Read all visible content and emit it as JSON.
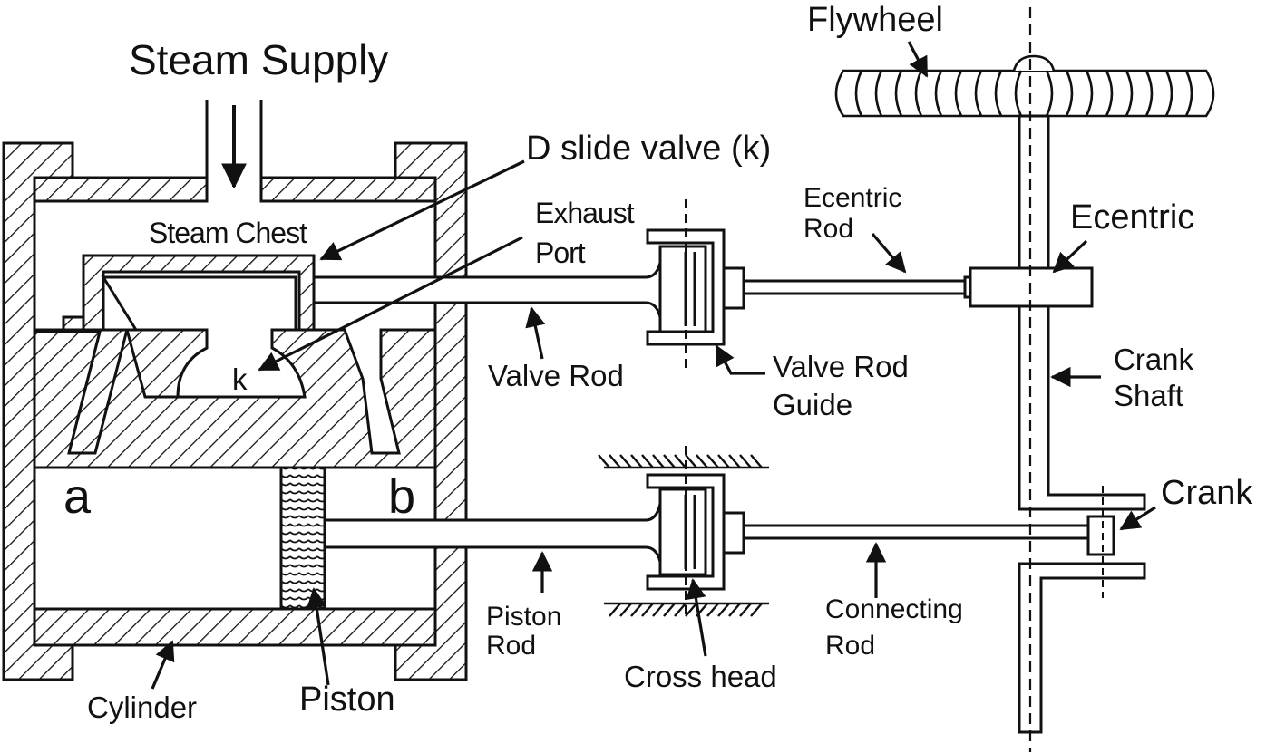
{
  "labels": {
    "steam_supply": "Steam Supply",
    "flywheel": "Flywheel",
    "d_slide_valve": "D slide valve (k)",
    "steam_chest": "Steam Chest",
    "exhaust_port_line1": "Exhaust",
    "exhaust_port_line2": "Port",
    "ecentric_rod_line1": "Ecentric",
    "ecentric_rod_line2": "Rod",
    "ecentric": "Ecentric",
    "valve_rod": "Valve Rod",
    "valve_rod_guide_line1": "Valve Rod",
    "valve_rod_guide_line2": "Guide",
    "crank_shaft_line1": "Crank",
    "crank_shaft_line2": "Shaft",
    "crank": "Crank",
    "port_k": "k",
    "port_a": "a",
    "port_b": "b",
    "piston_rod_line1": "Piston",
    "piston_rod_line2": "Rod",
    "cross_head": "Cross head",
    "connecting_rod_line1": "Connecting",
    "connecting_rod_line2": "Rod",
    "cylinder": "Cylinder",
    "piston": "Piston"
  },
  "colors": {
    "line": "#111111",
    "background": "#ffffff"
  }
}
